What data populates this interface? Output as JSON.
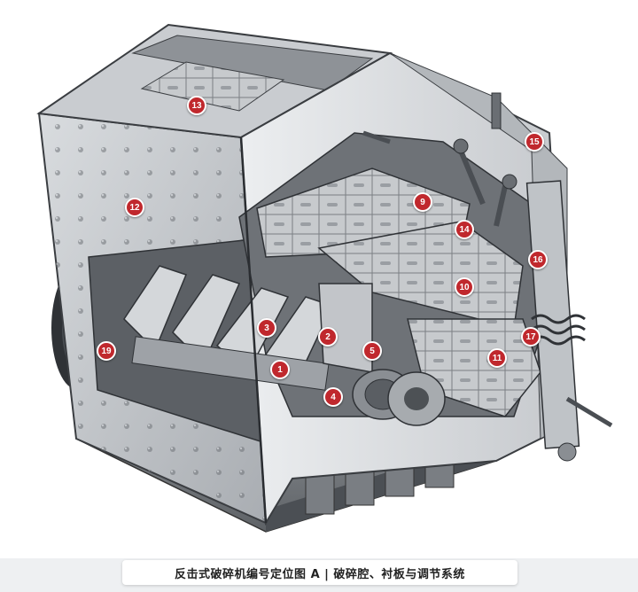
{
  "caption": "反击式破碎机编号定位图 A | 破碎腔、衬板与调节系统",
  "marker_color": "#c0282d",
  "markers": [
    {
      "id": "marker-1",
      "label": "1"
    },
    {
      "id": "marker-2",
      "label": "2"
    },
    {
      "id": "marker-3",
      "label": "3"
    },
    {
      "id": "marker-4",
      "label": "4"
    },
    {
      "id": "marker-5",
      "label": "5"
    },
    {
      "id": "marker-9",
      "label": "9"
    },
    {
      "id": "marker-10",
      "label": "10"
    },
    {
      "id": "marker-11",
      "label": "11"
    },
    {
      "id": "marker-12",
      "label": "12"
    },
    {
      "id": "marker-13",
      "label": "13"
    },
    {
      "id": "marker-14",
      "label": "14"
    },
    {
      "id": "marker-15",
      "label": "15"
    },
    {
      "id": "marker-16",
      "label": "16"
    },
    {
      "id": "marker-17",
      "label": "17"
    },
    {
      "id": "marker-19",
      "label": "19"
    }
  ]
}
